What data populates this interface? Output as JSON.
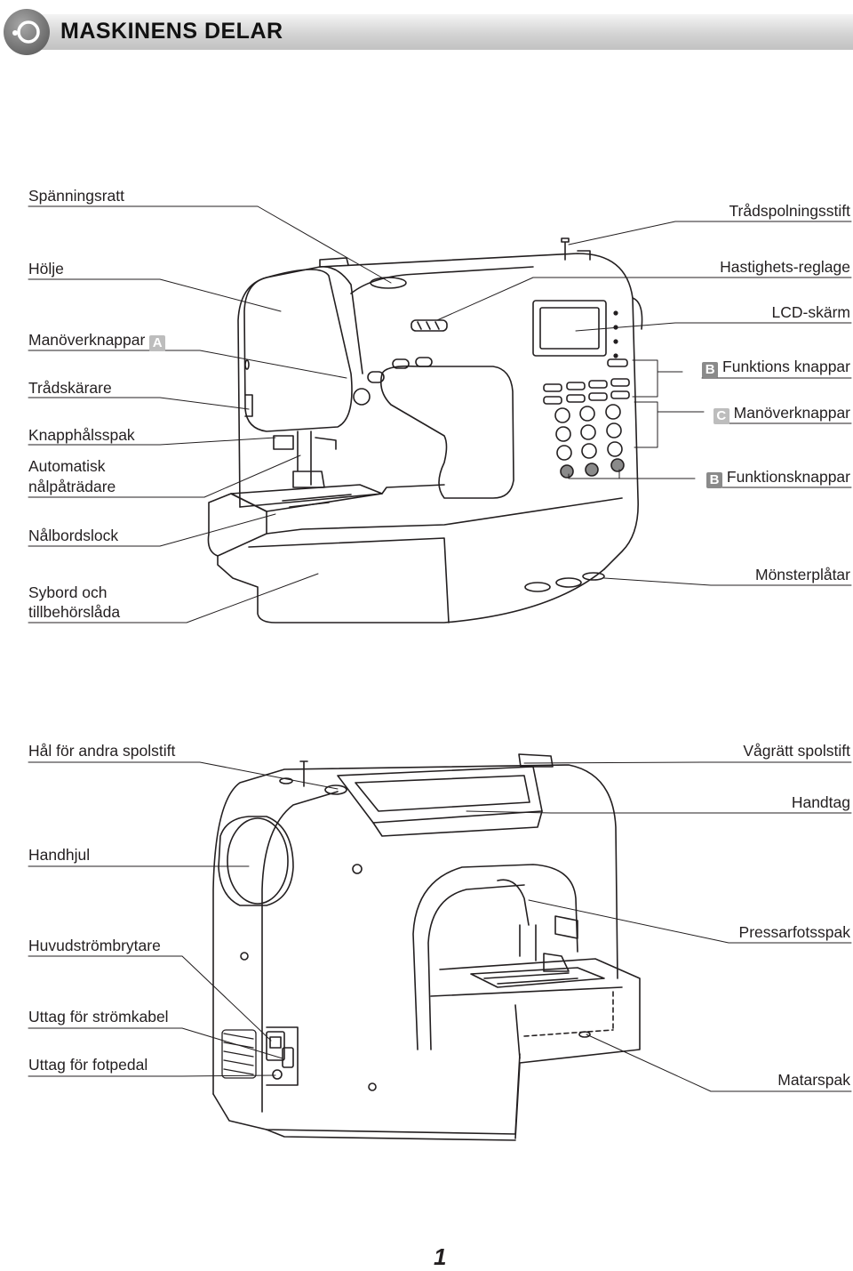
{
  "header": {
    "title": "MASKINENS  DELAR"
  },
  "front_labels": {
    "spanningsratt": "Spänningsratt",
    "holje": "Hölje",
    "manoverknappar_a": "Manöverknappar",
    "tradskarare": "Trådskärare",
    "knapphalsspak": "Knapphålsspak",
    "automatisk_1": "Automatisk",
    "automatisk_2": "nålpåträdare",
    "nalbordslock": "Nålbordslock",
    "sybord_1": "Sybord och",
    "sybord_2": "tillbehörslåda",
    "tradspolningsstift": "Trådspolningsstift",
    "hastighets_reglage": "Hastighets-reglage",
    "lcd_skarm": "LCD-skärm",
    "funktions_knappar": "Funktions knappar",
    "manoverknappar_c": "Manöverknappar",
    "funktionsknappar": "Funktionsknappar",
    "monsterplatar": "Mönsterplåtar"
  },
  "keys": {
    "a": "A",
    "b": "B",
    "c": "C"
  },
  "back_labels": {
    "hal_for_andra_spolstift": "Hål för andra spolstift",
    "handhjul": "Handhjul",
    "huvudstrombrytare": "Huvudströmbrytare",
    "uttag_stromkabel": "Uttag för strömkabel",
    "uttag_fotpedal": "Uttag för fotpedal",
    "vagratt_spolstift": "Vågrätt spolstift",
    "handtag": "Handtag",
    "pressarfotsspak": "Pressarfotsspak",
    "matarspak": "Matarspak"
  },
  "page_number": "1"
}
